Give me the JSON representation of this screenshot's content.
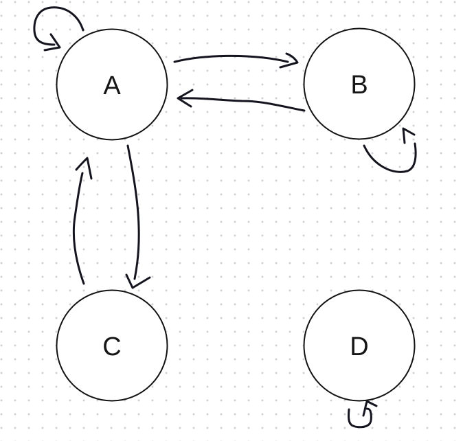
{
  "canvas": {
    "background_color": "#ffffff",
    "dot_grid_color": "#d0d0d5",
    "ink_color": "#14141f",
    "node_fill_color": "#ffffff",
    "node_stroke_color": "#121212",
    "label_color": "#161616"
  },
  "diagram": {
    "nodes": [
      {
        "id": "A",
        "label": "A"
      },
      {
        "id": "B",
        "label": "B"
      },
      {
        "id": "C",
        "label": "C"
      },
      {
        "id": "D",
        "label": "D"
      }
    ],
    "edges": [
      {
        "from": "A",
        "to": "A",
        "type": "self-loop",
        "position": "top-left-of-A"
      },
      {
        "from": "A",
        "to": "B",
        "type": "arrow",
        "position": "upper-curve"
      },
      {
        "from": "B",
        "to": "A",
        "type": "arrow",
        "position": "lower-curve"
      },
      {
        "from": "B",
        "to": "B",
        "type": "self-loop",
        "position": "bottom-right-of-B"
      },
      {
        "from": "C",
        "to": "A",
        "type": "arrow",
        "position": "left-vertical"
      },
      {
        "from": "A",
        "to": "C",
        "type": "arrow",
        "position": "right-vertical"
      },
      {
        "from": "D",
        "to": "D",
        "type": "self-loop",
        "position": "bottom-of-D"
      }
    ]
  }
}
